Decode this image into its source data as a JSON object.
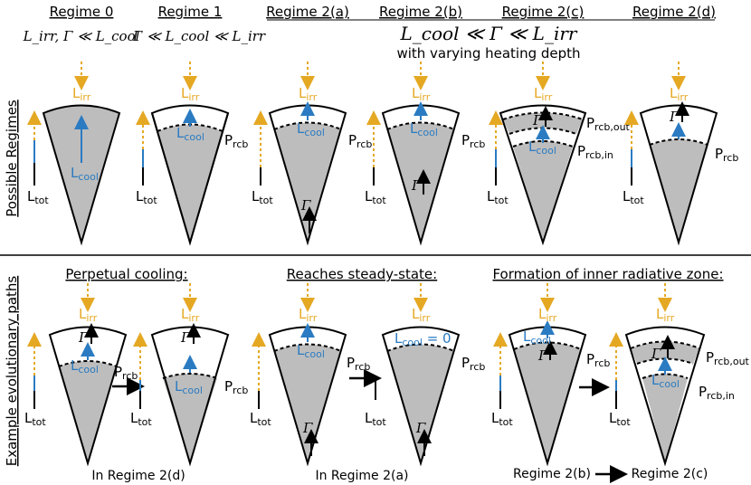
{
  "regimes": {
    "headers": [
      "Regime 0",
      "Regime 1",
      "Regime 2(a)",
      "Regime 2(b)",
      "Regime 2(c)",
      "Regime 2(d)"
    ],
    "cond0": "L_irr, Γ ≪ L_cool",
    "cond1": "Γ ≪ L_cool ≪ L_irr",
    "cond2": "L_cool ≪ Γ ≪ L_irr",
    "cond2_sub": "with varying heating depth"
  },
  "side_labels": {
    "top": "Possible Regimes",
    "bottom": "Example evolutionary paths"
  },
  "examples": {
    "titles": [
      "Perpetual cooling:",
      "Reaches steady-state:",
      "Formation of inner radiative zone:"
    ],
    "captions": [
      "In Regime 2(d)",
      "In Regime 2(a)",
      "Regime 2(b)",
      "Regime 2(c)"
    ],
    "lcool_zero": "L_cool = 0"
  },
  "labels": {
    "L": "L",
    "irr": "irr",
    "cool": "cool",
    "tot": "tot",
    "P": "P",
    "rcb": "rcb",
    "rcb_out": "rcb,out",
    "rcb_in": "rcb,in",
    "gamma": "Γ",
    "lcool_eq": "cool",
    "lcool_eq_rhs": " = 0"
  },
  "colors": {
    "irr": "#e5a823",
    "cool": "#2a7bc2",
    "shade": "#bdbdbd"
  }
}
